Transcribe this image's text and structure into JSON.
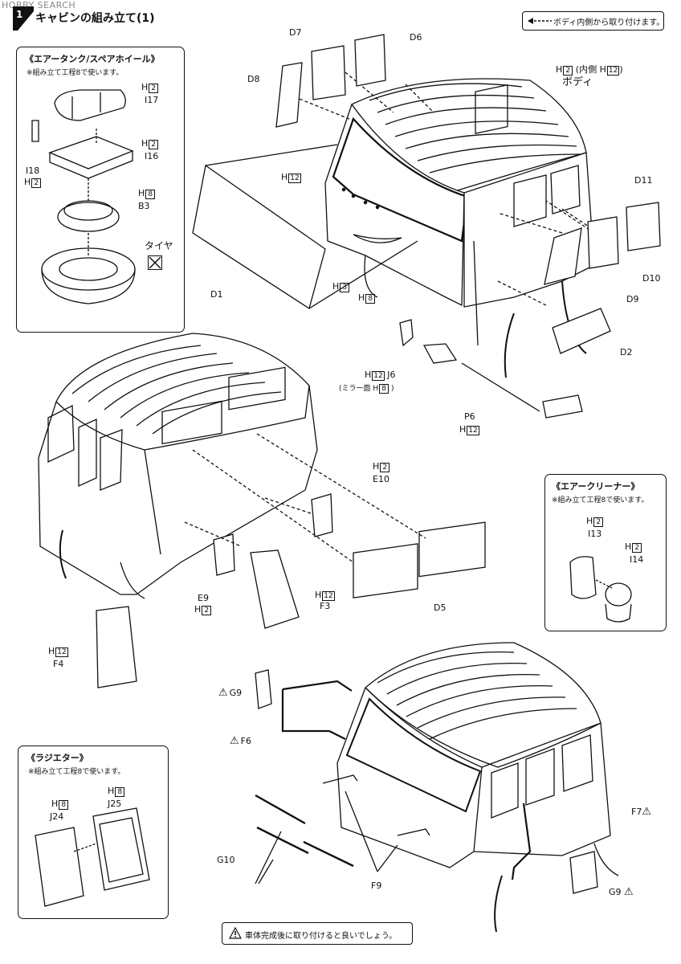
{
  "watermark": "HOBBY SEARCH",
  "header": {
    "title": "キャビンの組み立て(1)"
  },
  "legend": {
    "text": "ボディ内側から取り付けます。"
  },
  "boxes": {
    "air_tank": {
      "title": "《エアータンク/スペアホイール》",
      "note": "※組み立て工程8で使います。"
    },
    "air_cleaner": {
      "title": "《エアークリーナー》",
      "note": "※組み立て工程8で使います。"
    },
    "radiator": {
      "title": "《ラジエター》",
      "note": "※組み立て工程8で使います。"
    }
  },
  "parts": {
    "D1": "D1",
    "D2": "D2",
    "D5": "D5",
    "D6": "D6",
    "D7": "D7",
    "D8": "D8",
    "D9": "D9",
    "D10": "D10",
    "D11": "D11",
    "B3": "B3",
    "I13": "I13",
    "I14": "I14",
    "I16": "I16",
    "I17": "I17",
    "I18": "I18",
    "J6": "J6",
    "J24": "J24",
    "J25": "J25",
    "P6": "P6",
    "E9": "E9",
    "E10": "E10",
    "F3": "F3",
    "F4": "F4",
    "F6": "F6",
    "F7": "F7",
    "F9": "F9",
    "G9": "G9",
    "G10": "G10",
    "tire": "タイヤ",
    "body": "ボディ",
    "inside": "(内側",
    "mirror_face": "(ミラー面"
  },
  "colors": {
    "H2": "2",
    "H3": "3",
    "H8": "8",
    "H12": "12",
    "H": "H"
  },
  "note": {
    "text": "車体完成後に取り付けると良いでしょう。"
  }
}
